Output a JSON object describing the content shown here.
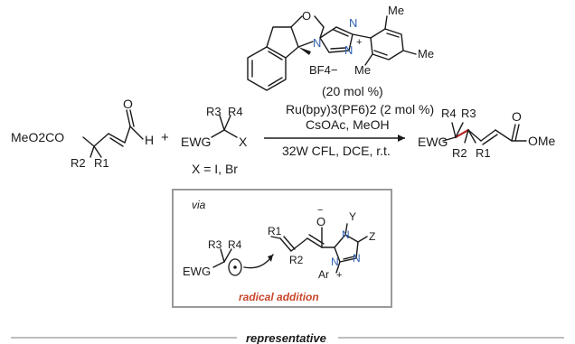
{
  "catalyst": {
    "ring_o": "O",
    "ring_n_top": "N",
    "ring_n_right": "N",
    "ring_n_bridge": "N",
    "plus": "+",
    "counterion": "BF4−",
    "me_top": "Me",
    "me_right": "Me",
    "me_bottom": "Me",
    "loading": "(20 mol %)"
  },
  "conditions": {
    "line1": "Ru(bpy)3(PF6)2 (2 mol %)",
    "line2": "CsOAc, MeOH",
    "line3": "32W CFL, DCE, r.t."
  },
  "substrate": {
    "left_group": "MeO2CO",
    "aldehyde_o": "O",
    "aldehyde_h": "H",
    "r1": "R1",
    "r2": "R2"
  },
  "plus_sign": "+",
  "halide": {
    "ewg": "EWG",
    "x": "X",
    "r3": "R3",
    "r4": "R4",
    "x_def": "X = I, Br"
  },
  "product": {
    "ewg": "EWG",
    "r4": "R4",
    "r3": "R3",
    "r2": "R2",
    "r1": "R1",
    "ester_o": "O",
    "ome": "OMe"
  },
  "mechanism": {
    "via": "via",
    "radical_addition": "radical addition",
    "ewg": "EWG",
    "r3": "R3",
    "r4": "R4",
    "r1": "R1",
    "r2": "R2",
    "o_minus": "O",
    "y": "Y",
    "n_y": "N",
    "z": "Z",
    "n_bottom": "N",
    "n_right": "N",
    "ar": "Ar",
    "plus": "+",
    "minus": "−"
  },
  "footer": {
    "label": "representative"
  },
  "colors": {
    "nitrogen": "#2e5fb0",
    "highlight_bond": "#b5282b",
    "accent_text": "#c8462a",
    "box_border": "#9a9a9a",
    "footer_line": "#bdbdbd"
  }
}
